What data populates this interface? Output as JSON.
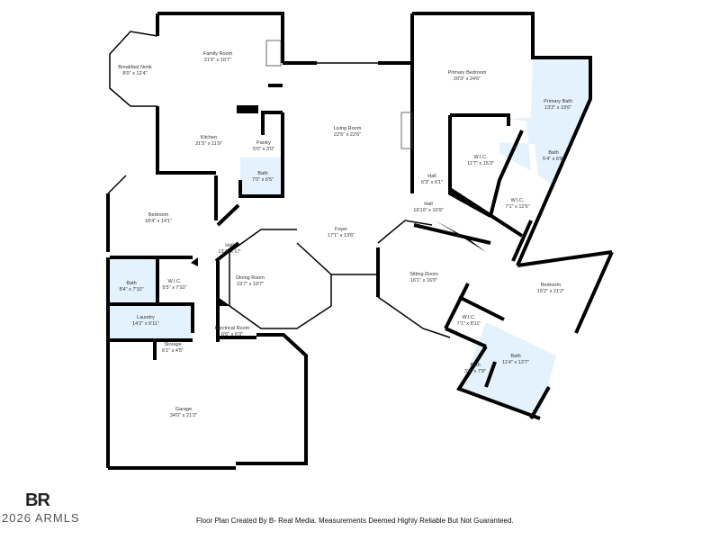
{
  "rooms": [
    {
      "name": "Breakfast Nook",
      "dim": "8'0\" x 12'4\""
    },
    {
      "name": "Family Room",
      "dim": "21'6\" x 16'7\""
    },
    {
      "name": "Kitchen",
      "dim": "21'5\" x 11'9\""
    },
    {
      "name": "Pantry",
      "dim": "5'6\" x 3'0\""
    },
    {
      "name": "Bath",
      "dim": "7'0\" x 6'5\""
    },
    {
      "name": "Living Room",
      "dim": "22'5\" x 22'6\""
    },
    {
      "name": "Primary Bedroom",
      "dim": "20'3\" x 24'6\""
    },
    {
      "name": "Primary Bath",
      "dim": "13'3\" x 19'6\""
    },
    {
      "name": "Bath",
      "dim": "5'4\" x 6'8\""
    },
    {
      "name": "W.I.C.",
      "dim": "11'7\" x 15'3\""
    },
    {
      "name": "Hall",
      "dim": "6'3\" x 6'1\""
    },
    {
      "name": "W.I.C.",
      "dim": "7'1\" x 12'6\""
    },
    {
      "name": "Hall",
      "dim": "16'10\" x 10'9\""
    },
    {
      "name": "Foyer",
      "dim": "17'1\" x 13'6\""
    },
    {
      "name": "Bedroom",
      "dim": "18'4\" x 14'1\""
    },
    {
      "name": "Hall",
      "dim": "13'4\" x 17'"
    },
    {
      "name": "Dining Room",
      "dim": "19'7\" x 19'7\""
    },
    {
      "name": "Bath",
      "dim": "8'4\" x 7'10\""
    },
    {
      "name": "W.I.C.",
      "dim": "5'5\" x 7'10\""
    },
    {
      "name": "Laundry",
      "dim": "14'2\" x 6'11\""
    },
    {
      "name": "Electrical Room",
      "dim": "6'6\" x 6'3\""
    },
    {
      "name": "Storage",
      "dim": "6'1\" x 4'5\""
    },
    {
      "name": "Garage",
      "dim": "34'0\" x 21'2\""
    },
    {
      "name": "Sitting Room",
      "dim": "16'1\" x 16'0\""
    },
    {
      "name": "Bedroom",
      "dim": "15'2\" x 21'2\""
    },
    {
      "name": "W.I.C.",
      "dim": "7'1\" x 8'11\""
    },
    {
      "name": "Bath",
      "dim": "11'4\" x 13'7\""
    },
    {
      "name": "Bath",
      "dim": "3'9\" x 7'8\""
    }
  ],
  "logo": {
    "mark": "BR",
    "text": "2026 ARMLS"
  },
  "footer": "Floor Plan Created By B- Real Media. Measurements Deemed Highly Reliable But Not Guaranteed.",
  "colors": {
    "wall": "#000000",
    "wet_room": "#e3f2fc"
  }
}
